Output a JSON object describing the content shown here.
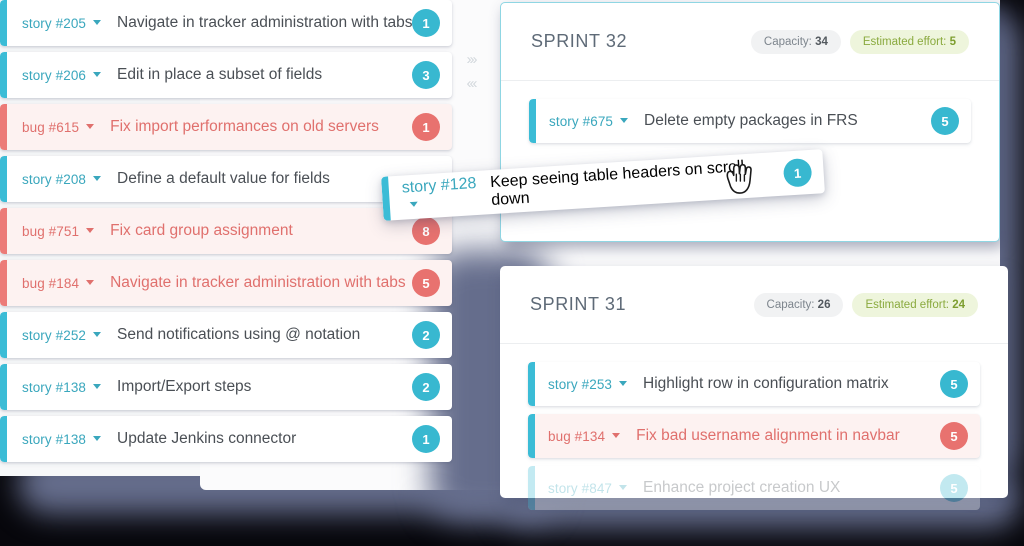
{
  "colors": {
    "accent_teal": "#38b8d0",
    "accent_red": "#e8726f",
    "ref_teal": "#3aa7bd",
    "ref_red": "#e0706d",
    "bug_bg": "#fdf2f1",
    "effort_pill_bg": "#eef5dc",
    "effort_pill_text": "#8aaa3e",
    "capacity_pill_bg": "#f1f2f3",
    "backdrop": "#07070c"
  },
  "backlog": {
    "cards": [
      {
        "ref": "story #205",
        "title": "Navigate in tracker administration with tabs",
        "points": "1",
        "kind": "story"
      },
      {
        "ref": "story #206",
        "title": "Edit in place a subset of fields",
        "points": "3",
        "kind": "story"
      },
      {
        "ref": "bug #615",
        "title": "Fix import performances on old servers",
        "points": "1",
        "kind": "bug"
      },
      {
        "ref": "story #208",
        "title": "Define a default value for fields",
        "points": "",
        "kind": "story"
      },
      {
        "ref": "bug #751",
        "title": "Fix card group assignment",
        "points": "8",
        "kind": "bug"
      },
      {
        "ref": "bug #184",
        "title": "Navigate in tracker administration with tabs",
        "points": "5",
        "kind": "bug"
      },
      {
        "ref": "story #252",
        "title": "Send notifications using @ notation",
        "points": "2",
        "kind": "story"
      },
      {
        "ref": "story #138",
        "title": "Import/Export steps",
        "points": "2",
        "kind": "story"
      },
      {
        "ref": "story #138",
        "title": "Update Jenkins connector",
        "points": "1",
        "kind": "story"
      }
    ]
  },
  "collapse_controls": {
    "expand_label": "›››",
    "collapse_label": "‹‹‹"
  },
  "drag_card": {
    "ref": "story #128",
    "title": "Keep seeing table headers on scroll down",
    "points": "1",
    "kind": "story",
    "cursor": "grab-hand-cursor"
  },
  "sprints": [
    {
      "name": "SPRINT 32",
      "capacity_label": "Capacity:",
      "capacity_value": "34",
      "effort_label": "Estimated effort:",
      "effort_value": "5",
      "cards": [
        {
          "ref": "story #675",
          "title": "Delete empty packages in FRS",
          "points": "5",
          "kind": "story",
          "faded": false
        }
      ]
    },
    {
      "name": "SPRINT 31",
      "capacity_label": "Capacity:",
      "capacity_value": "26",
      "effort_label": "Estimated effort:",
      "effort_value": "24",
      "cards": [
        {
          "ref": "story #253",
          "title": "Highlight row in configuration matrix",
          "points": "5",
          "kind": "story",
          "faded": false
        },
        {
          "ref": "bug #134",
          "title": "Fix bad username alignment in navbar",
          "points": "5",
          "kind": "bug",
          "faded": false,
          "bar": "teal"
        },
        {
          "ref": "story #847",
          "title": "Enhance project creation UX",
          "points": "5",
          "kind": "story",
          "faded": true
        }
      ]
    }
  ]
}
